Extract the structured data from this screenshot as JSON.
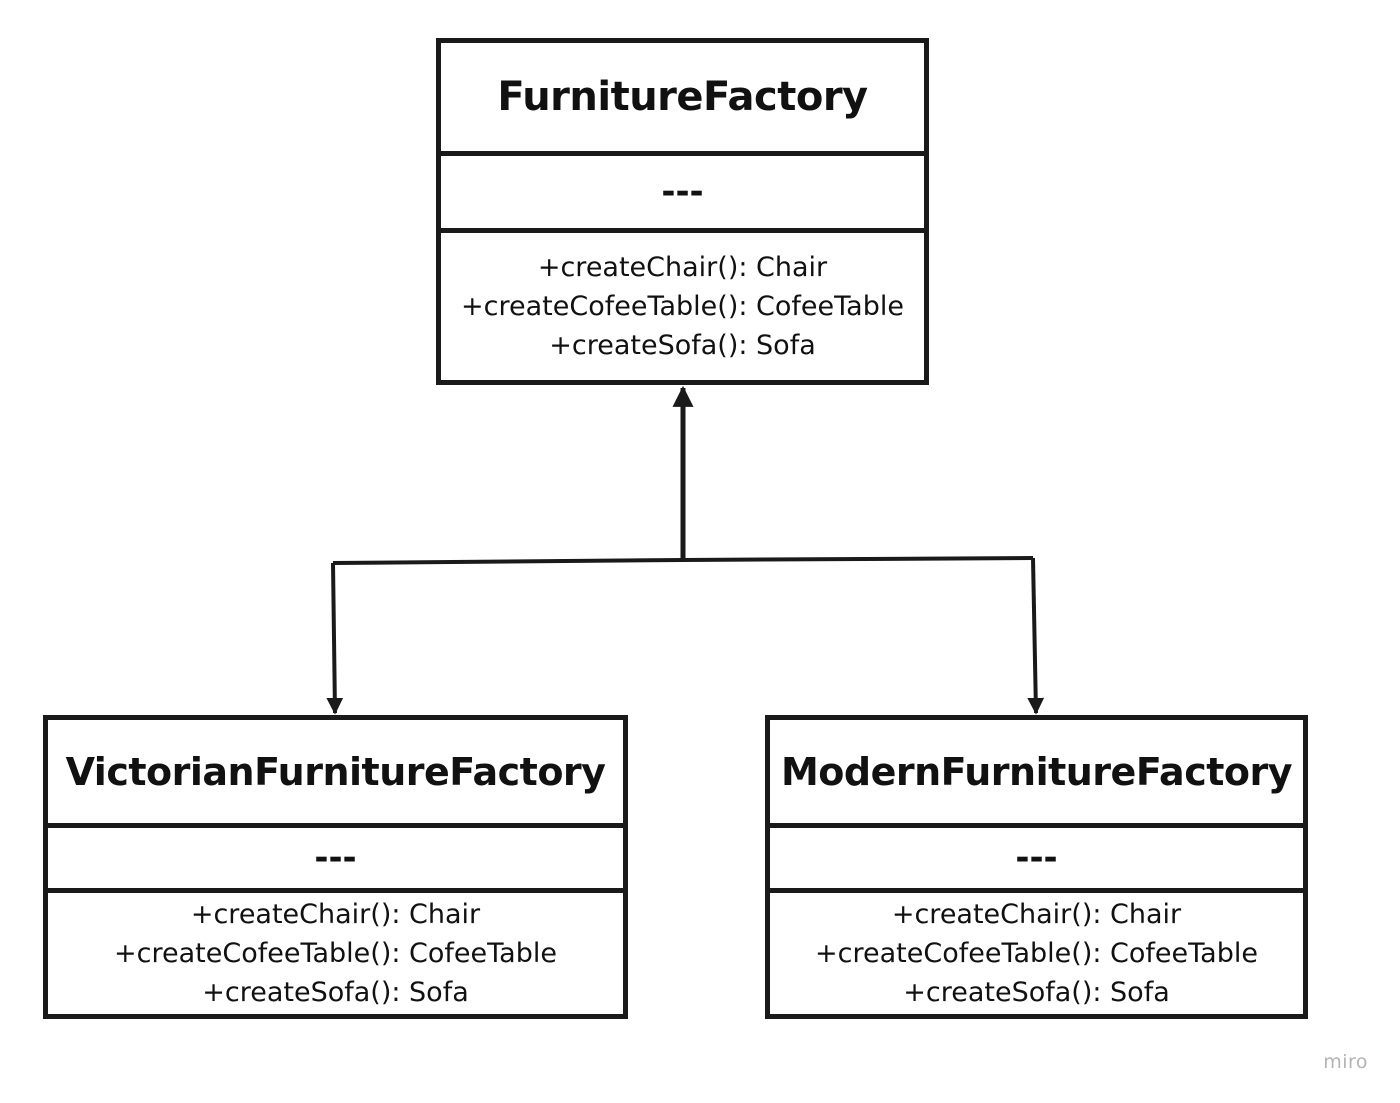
{
  "diagram": {
    "classes": [
      {
        "name": "FurnitureFactory",
        "attributes": "---",
        "methods": [
          "+createChair(): Chair",
          "+createCofeeTable(): CofeeTable",
          "+createSofa(): Sofa"
        ]
      },
      {
        "name": "VictorianFurnitureFactory",
        "attributes": "---",
        "methods": [
          "+createChair(): Chair",
          "+createCofeeTable(): CofeeTable",
          "+createSofa(): Sofa"
        ]
      },
      {
        "name": "ModernFurnitureFactory",
        "attributes": "---",
        "methods": [
          "+createChair(): Chair",
          "+createCofeeTable(): CofeeTable",
          "+createSofa(): Sofa"
        ]
      }
    ],
    "relations": [
      {
        "from": "VictorianFurnitureFactory",
        "to": "FurnitureFactory"
      },
      {
        "from": "ModernFurnitureFactory",
        "to": "FurnitureFactory"
      }
    ]
  },
  "watermark": "miro",
  "colors": {
    "line": "#1a1a1a",
    "watermark": "#b4b4b4",
    "background": "#ffffff"
  }
}
